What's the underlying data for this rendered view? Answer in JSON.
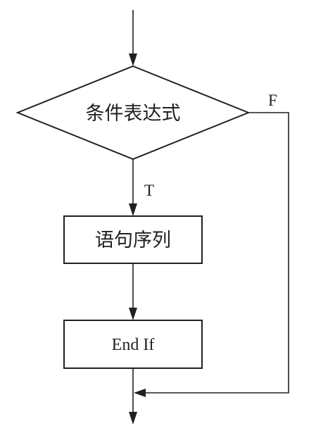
{
  "diagram": {
    "condition": "条件表达式",
    "statements": "语句序列",
    "end_if": "End If",
    "true_label": "T",
    "false_label": "F"
  },
  "colors": {
    "stroke": "#231f20",
    "background": "#ffffff"
  }
}
